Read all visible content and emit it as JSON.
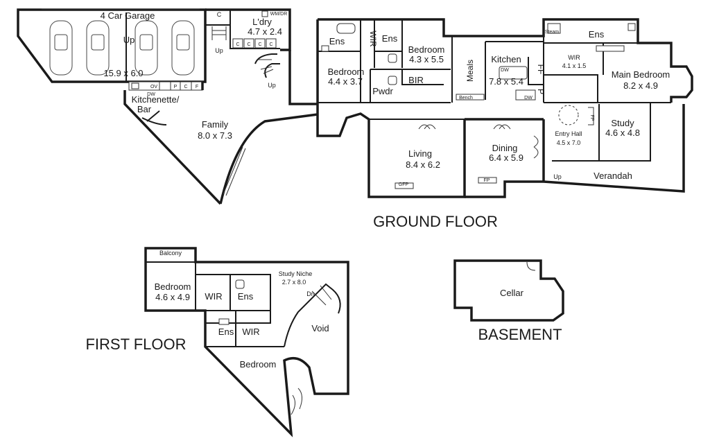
{
  "floors": {
    "ground": "GROUND FLOOR",
    "first": "FIRST FLOOR",
    "basement": "BASEMENT"
  },
  "rooms": {
    "garage": {
      "name": "4 Car Garage",
      "dims": "15.9 x 6.0"
    },
    "laundry": {
      "name": "L'dry",
      "dims": "4.7 x 2.4"
    },
    "kitchenette": {
      "name": "Kitchenette/",
      "name2": "Bar"
    },
    "family": {
      "name": "Family",
      "dims": "8.0 x 7.3"
    },
    "bedroom_a": {
      "name": "Bedroom",
      "dims": "4.4 x 3.7"
    },
    "bedroom_b": {
      "name": "Bedroom",
      "dims": "4.3 x 5.5"
    },
    "kitchen": {
      "name": "Kitchen",
      "dims": "7.8 x 5.4"
    },
    "meals": {
      "name": "Meals"
    },
    "main_bedroom": {
      "name": "Main Bedroom",
      "dims": "8.2 x 4.9"
    },
    "main_wir": {
      "name": "WIR",
      "dims": "4.1 x 1.5"
    },
    "study": {
      "name": "Study",
      "dims": "4.6 x 4.8"
    },
    "entry": {
      "name": "Entry Hall",
      "dims": "4.5 x 7.0"
    },
    "living": {
      "name": "Living",
      "dims": "8.4 x 6.2"
    },
    "dining": {
      "name": "Dining",
      "dims": "6.4 x 5.9"
    },
    "verandah": {
      "name": "Verandah"
    },
    "ff_bedroom_a": {
      "name": "Bedroom",
      "dims": "4.6 x 4.9"
    },
    "study_niche": {
      "name": "Study Niche",
      "dims": "2.7 x 8.0"
    },
    "ff_bedroom_b": {
      "name": "Bedroom"
    },
    "void": {
      "name": "Void"
    },
    "balcony": {
      "name": "Balcony"
    },
    "cellar": {
      "name": "Cellar"
    }
  },
  "labels": {
    "ens": "Ens",
    "wir": "WIR",
    "pwdr": "Pwdr",
    "bir": "BIR",
    "up": "Up",
    "dn": "Dn",
    "c": "C",
    "p": "P",
    "f": "F",
    "ff": "FF",
    "ov": "OV",
    "dw": "DW",
    "wmdr": "WM/DR",
    "fp": "FP",
    "gfp": "GFP",
    "steam": "Steam",
    "bench": "Bench"
  }
}
